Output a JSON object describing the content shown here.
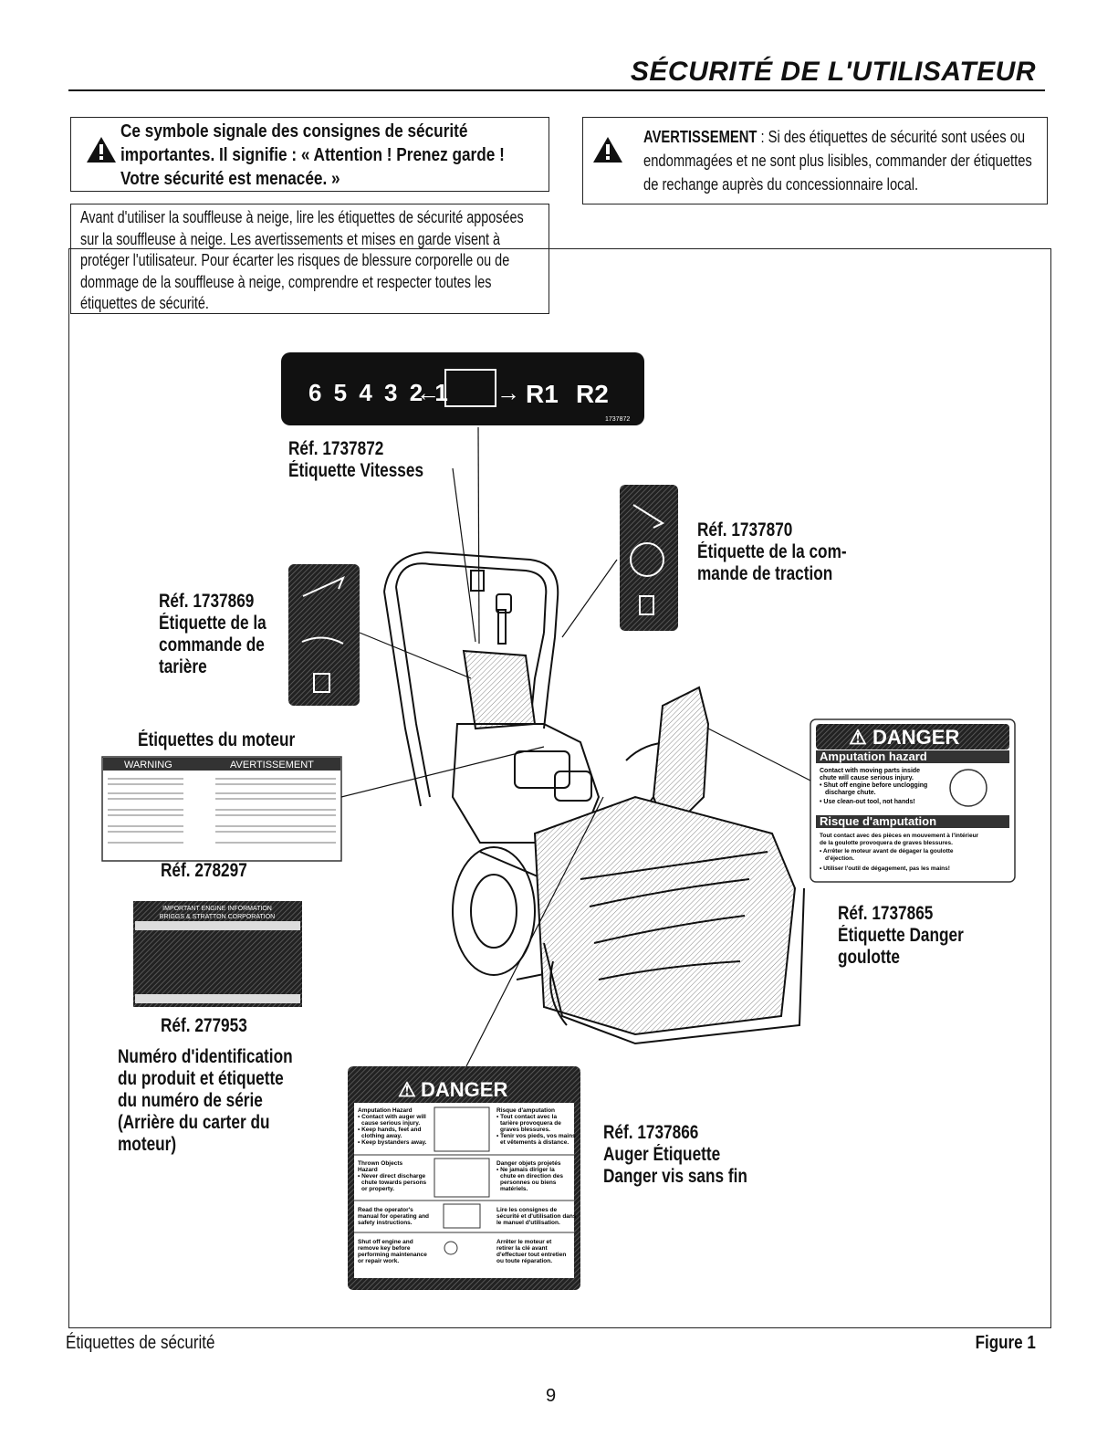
{
  "header": {
    "title": "SÉCURITÉ DE L'UTILISATEUR"
  },
  "symbol_box": {
    "text": "Ce symbole signale des consignes de sécurité importantes. Il signifie : « Attention ! Prenez garde ! Votre sécurité est menacée. »"
  },
  "intro_box": {
    "text": "Avant d'utiliser la souffleuse à neige, lire les étiquettes de sécurité apposées sur la souffleuse à neige. Les avertissements et mises en garde visent à protéger l'utilisateur. Pour écarter les risques de blessure corporelle ou de dommage de la souffleuse à neige, comprendre et respecter toutes les étiquettes de sécurité."
  },
  "warning_box": {
    "keyword": "AVERTISSEMENT",
    "text": " : Si des étiquettes de sécurité sont usées ou endommagées et ne sont plus lisibles, commander der étiquettes de rechange auprès du concessionnaire local."
  },
  "figure": {
    "speed_decal": {
      "digits": "6 5 4 3 2 1",
      "r1": "R1",
      "r2": "R2",
      "code": "1737872"
    },
    "labels": {
      "ref_1737872": "Réf. 1737872",
      "name_1737872": "Étiquette Vitesses",
      "ref_1737870": "Réf. 1737870",
      "name_1737870_l1": "Étiquette de la com-",
      "name_1737870_l2": "mande de traction",
      "ref_1737869": "Réf. 1737869",
      "name_1737869_l1": "Étiquette de la",
      "name_1737869_l2": "commande de",
      "name_1737869_l3": "tarière",
      "engine_labels": "Étiquettes du moteur",
      "ref_278297": "Réf. 278297",
      "ref_277953": "Réf. 277953",
      "name_277953_l1": "Numéro d'identification",
      "name_277953_l2": "du produit et étiquette",
      "name_277953_l3": "du numéro de série",
      "name_277953_l4": "(Arrière du carter du",
      "name_277953_l5": "moteur)",
      "ref_1737865": "Réf. 1737865",
      "name_1737865_l1": "Étiquette Danger",
      "name_1737865_l2": "goulotte",
      "ref_1737866": "Réf. 1737866",
      "name_1737866_l1": "Auger Étiquette",
      "name_1737866_l2": "Danger vis sans fin"
    },
    "engine_decal": {
      "warning": "WARNING",
      "avertissement": "AVERTISSEMENT"
    },
    "id_decal": {
      "title_l1": "IMPORTANT ENGINE INFORMATION",
      "title_l2": "BRIGGS & STRATTON CORPORATION"
    },
    "chute_danger": {
      "title": "DANGER",
      "en_heading": "Amputation hazard",
      "en_l1": "Contact with moving parts inside",
      "en_l2": "chute will cause serious injury.",
      "en_l3": "• Shut off engine before unclogging",
      "en_l4": "discharge chute.",
      "en_l5": "• Use clean-out tool, not hands!",
      "fr_heading": "Risque d'amputation",
      "fr_l1": "Tout contact avec des pièces en mouvement à l'intérieur",
      "fr_l2": "de la goulotte provoquera de graves blessures.",
      "fr_l3": "• Arrêter le moteur avant de dégager la goulotte",
      "fr_l4": "d'éjection.",
      "fr_l5": "• Utiliser l'outil de dégagement, pas les mains!"
    },
    "auger_danger": {
      "title": "DANGER",
      "row1_en_l1": "Amputation Hazard",
      "row1_en_l2": "• Contact with auger will",
      "row1_en_l3": "cause serious injury.",
      "row1_en_l4": "• Keep hands, feet and",
      "row1_en_l5": "clothing away.",
      "row1_en_l6": "• Keep bystanders away.",
      "row1_fr_l1": "Risque d'amputation",
      "row1_fr_l2": "• Tout contact avec la",
      "row1_fr_l3": "tarière provoquera de",
      "row1_fr_l4": "graves blessures.",
      "row1_fr_l5": "• Tenir vos pieds, vos mains",
      "row1_fr_l6": "et vêtements à distance.",
      "row2_en_l1": "Thrown Objects",
      "row2_en_l2": "Hazard",
      "row2_en_l3": "• Never direct discharge",
      "row2_en_l4": "chute towards persons",
      "row2_en_l5": "or property.",
      "row2_fr_l1": "Danger objets projetés",
      "row2_fr_l2": "• Ne jamais diriger la",
      "row2_fr_l3": "chute en direction des",
      "row2_fr_l4": "personnes ou biens",
      "row2_fr_l5": "matériels.",
      "row3_en_l1": "Read the operator's",
      "row3_en_l2": "manual for operating and",
      "row3_en_l3": "safety instructions.",
      "row3_fr_l1": "Lire les consignes de",
      "row3_fr_l2": "sécurité et d'utilisation dans",
      "row3_fr_l3": "le manuel d'utilisation.",
      "row4_en_l1": "Shut off engine and",
      "row4_en_l2": "remove key before",
      "row4_en_l3": "performing maintenance",
      "row4_en_l4": "or repair work.",
      "row4_fr_l1": "Arrêter le moteur et",
      "row4_fr_l2": "retirer la clé avant",
      "row4_fr_l3": "d'effectuer tout entretien",
      "row4_fr_l4": "ou toute réparation."
    }
  },
  "caption": {
    "left": "Étiquettes de sécurité",
    "right": "Figure 1"
  },
  "page_number": "9"
}
